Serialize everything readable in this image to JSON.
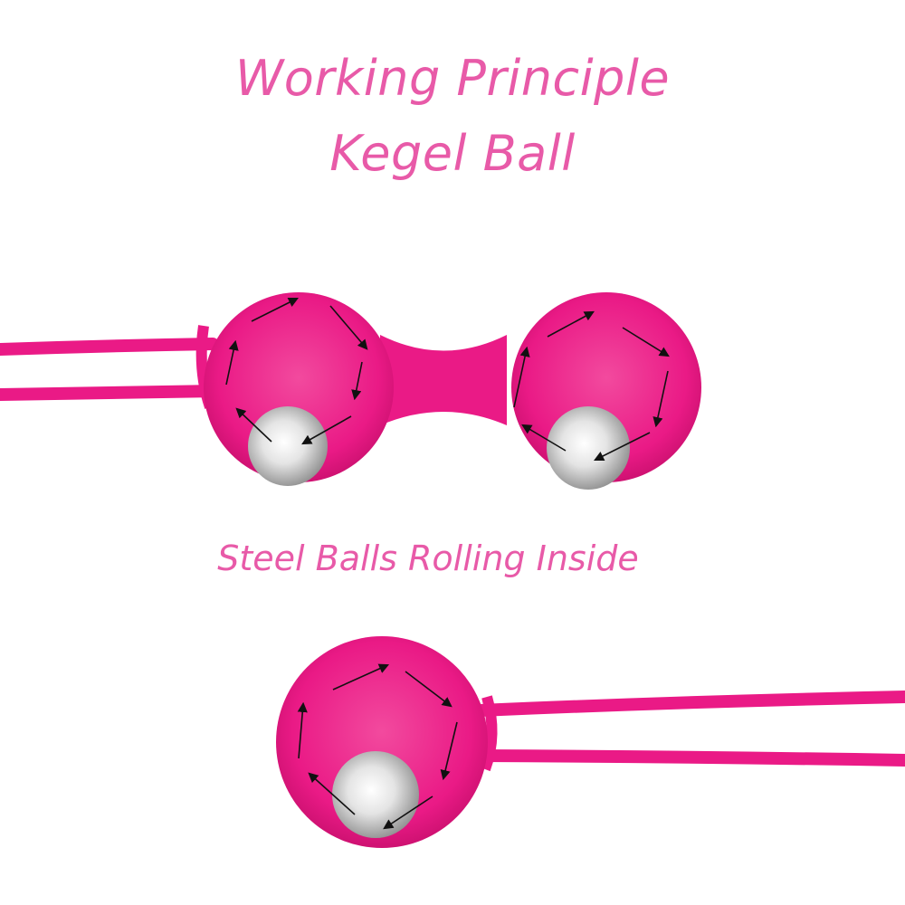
{
  "title": {
    "line1": "Working Principle",
    "line2": "Kegel Ball"
  },
  "caption": "Steel Balls Rolling Inside",
  "colors": {
    "text": "#e85aa8",
    "silicone": "#ea1a86",
    "silicone_dark": "#c40e6a",
    "silicone_light": "#f24a9e",
    "steel_light": "#ffffff",
    "steel_dark": "#8a8a8a",
    "arrow": "#111111",
    "background": "#ffffff"
  },
  "icons": {
    "top_product": "double-kegel-ball-icon",
    "bottom_product": "single-kegel-ball-icon",
    "steel_ball": "steel-ball-icon",
    "arrow": "rotation-arrow-icon"
  }
}
